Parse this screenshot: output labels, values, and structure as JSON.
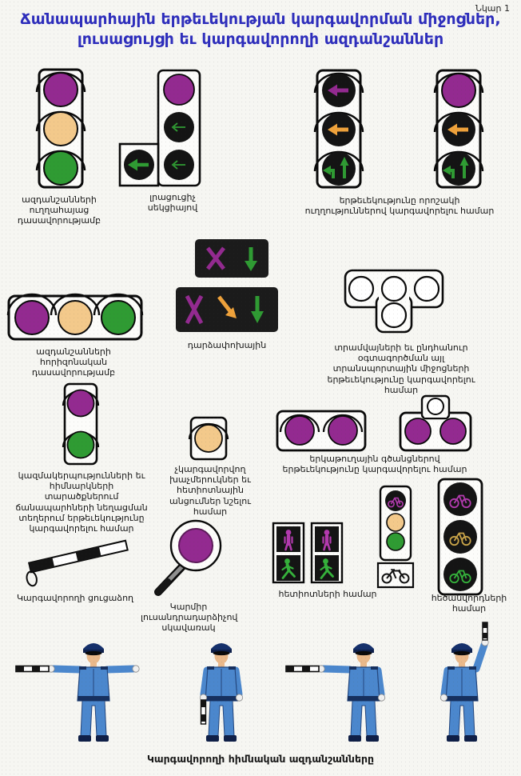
{
  "page": {
    "figure_label": "Նկար 1",
    "title_line1": "Ճանապարհային երթեւեկության կարգավորման միջոցներ,",
    "title_line2": "լուսացույցի եւ կարգավորողի ազդանշաններ",
    "footer_caption": "Կարգավորողի հիմնական ազդանշանները"
  },
  "colors": {
    "red_signal": "#932a90",
    "yellow_signal": "#f3c98b",
    "orange_arrow": "#efa23b",
    "green_signal": "#2f9b33",
    "lamp_off": "#141414",
    "title_blue": "#2e2ebc",
    "uniform_blue": "#4b87cd"
  },
  "signals": {
    "vertical_light": {
      "caption": "ազդանշանների ուղղահայաց դասավորությամբ"
    },
    "additional_section_light": {
      "caption": "լրացուցիչ սեկցիայով"
    },
    "directional_lights": {
      "caption": "երթեւեկությունը որոշակի ուղղություններով կարգավորելու համար"
    },
    "horizontal_light": {
      "caption": "ազդանշանների հորիզոնական դասավորությամբ"
    },
    "reversible_light": {
      "caption": "դարձափոխային"
    },
    "tram_light": {
      "caption": "տրամվայների եւ ընդհանուր օգտագործման այլ տրանսպորտային միջոցների երթեւեկությունը կարգավորելու համար"
    },
    "two_section_light": {
      "caption": "կազմակերպությունների եւ հիմնարկների տարածքներում ճանապարհների նեղացման տեղերում երթեւեկությունը կարգավորելու համար"
    },
    "single_yellow_light": {
      "caption": "չկարգավորվող խաչմերուկներ եւ հետիոտնային անցումներ նշելու համար"
    },
    "railway_light": {
      "caption": "երկաթուղային գծանցներով երթեւեկությունը կարգավորելու համար"
    },
    "pedestrian_light": {
      "caption": "հետիոտների համար"
    },
    "cyclist_light": {
      "caption": "հեծանվորդների համար"
    }
  },
  "controller_tools": {
    "baton": {
      "caption": "Կարգավորողի ցուցաձող"
    },
    "red_disc": {
      "caption": "Կարմիր լուսանդրադարձիչով սկավառակ"
    }
  }
}
